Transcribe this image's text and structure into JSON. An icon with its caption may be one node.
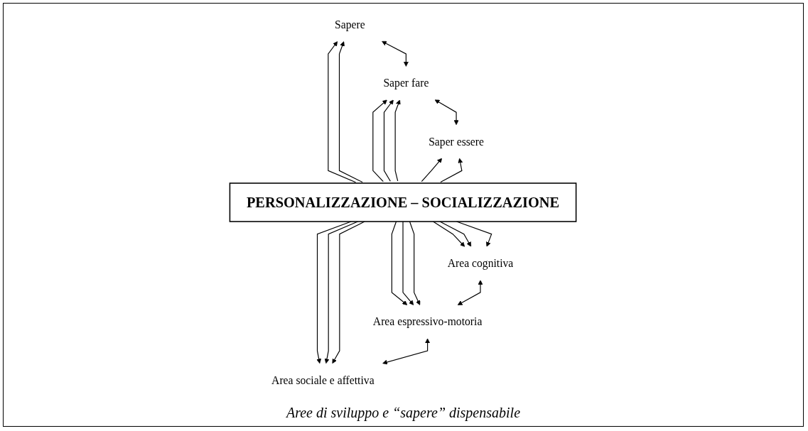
{
  "diagram": {
    "caption": "Aree di sviluppo e “sapere” dispensabile",
    "nodes": [
      {
        "text": [
          "Sapere"
        ]
      },
      {
        "text": [
          "Saper fare"
        ]
      },
      {
        "text": [
          "Saper essere"
        ]
      },
      {
        "text": [
          "PERSONALIZZAZIONE – SOCIALIZZAZIONE"
        ]
      },
      {
        "text": [
          "Area cognitiva"
        ]
      },
      {
        "text": [
          "Area espressivo-motoria"
        ]
      },
      {
        "text": [
          "Area sociale e affettiva"
        ]
      }
    ],
    "edges": [
      {
        "from": 0,
        "to": 1,
        "arrow": "both"
      },
      {
        "from": 1,
        "to": 2,
        "arrow": "both"
      },
      {
        "from": 3,
        "to": 0,
        "arrow": "to"
      },
      {
        "from": 3,
        "to": 0,
        "arrow": "to"
      },
      {
        "from": 3,
        "to": 1,
        "arrow": "to"
      },
      {
        "from": 3,
        "to": 1,
        "arrow": "to"
      },
      {
        "from": 3,
        "to": 1,
        "arrow": "to"
      },
      {
        "from": 3,
        "to": 2,
        "arrow": "to"
      },
      {
        "from": 3,
        "to": 2,
        "arrow": "to"
      },
      {
        "from": 3,
        "to": 4,
        "arrow": "to"
      },
      {
        "from": 3,
        "to": 4,
        "arrow": "to"
      },
      {
        "from": 3,
        "to": 4,
        "arrow": "to"
      },
      {
        "from": 3,
        "to": 5,
        "arrow": "to"
      },
      {
        "from": 3,
        "to": 5,
        "arrow": "to"
      },
      {
        "from": 3,
        "to": 5,
        "arrow": "to"
      },
      {
        "from": 3,
        "to": 6,
        "arrow": "to"
      },
      {
        "from": 3,
        "to": 6,
        "arrow": "to"
      },
      {
        "from": 3,
        "to": 6,
        "arrow": "to"
      },
      {
        "from": 4,
        "to": 5,
        "arrow": "both"
      },
      {
        "from": 5,
        "to": 6,
        "arrow": "both"
      }
    ]
  }
}
